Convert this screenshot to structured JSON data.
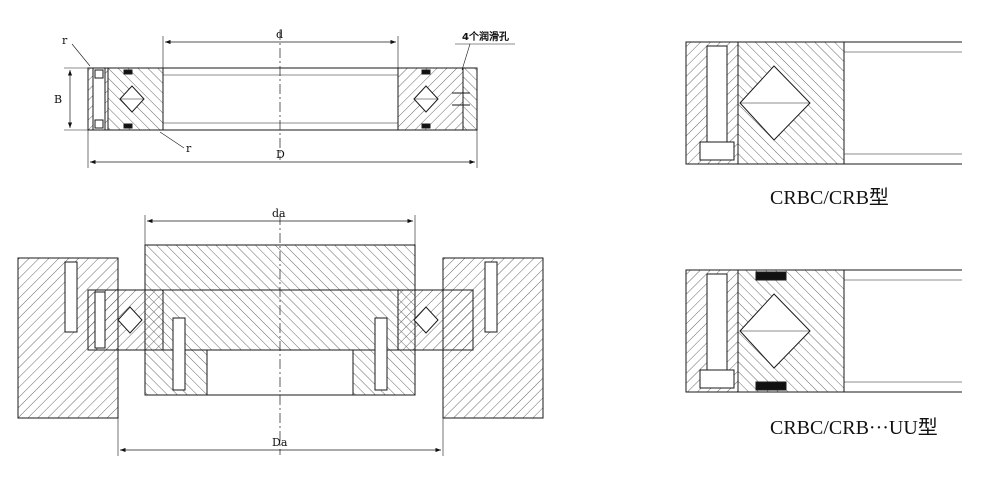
{
  "labels": {
    "d": "d",
    "D": "D",
    "B": "B",
    "r_top": "r",
    "r_bottom": "r",
    "lube_holes": "4个润滑孔",
    "da": "da",
    "Da": "Da"
  },
  "captions": {
    "crbc_crb": "CRBC/CRB型",
    "crbc_crb_uu": "CRBC/CRB···UU型"
  },
  "colors": {
    "line": "#1a1a1a",
    "hatch": "#444444",
    "background": "#ffffff"
  }
}
